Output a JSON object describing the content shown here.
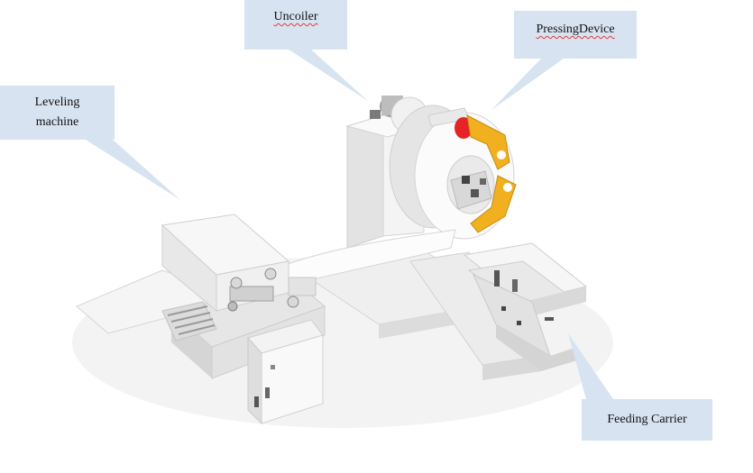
{
  "labels": {
    "uncoiler": "Uncoiler",
    "pressing_device": "PressingDevice",
    "leveling_line1": "Leveling",
    "leveling_line2": "machine",
    "feeding_carrier": "Feeding Carrier"
  },
  "colors": {
    "callout_fill": "#d7e3f1",
    "machine_light": "#f7f7f7",
    "machine_mid": "#e6e6e6",
    "machine_dark": "#c9c9c9",
    "arm_yellow": "#f0b020",
    "arm_red": "#e52525",
    "shadow": "#eeeeee"
  }
}
